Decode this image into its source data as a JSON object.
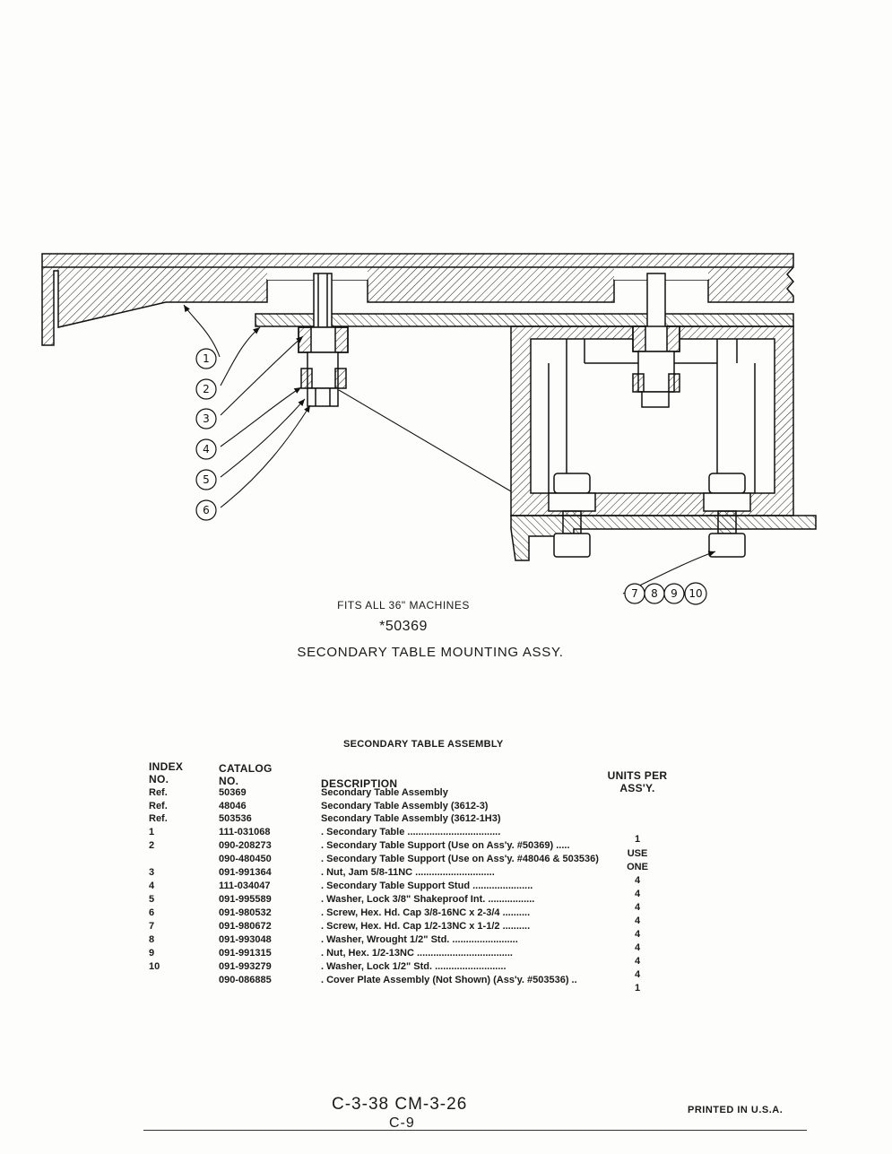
{
  "callouts": [
    "1",
    "2",
    "3",
    "4",
    "5",
    "6",
    "7",
    "8",
    "9",
    "10"
  ],
  "caption": {
    "fits": "FITS ALL 36\" MACHINES",
    "part_number": "*50369",
    "title": "SECONDARY TABLE MOUNTING ASSY."
  },
  "table": {
    "title": "SECONDARY TABLE ASSEMBLY",
    "headers": {
      "index": "INDEX\nNO.",
      "catalog": "CATALOG\nNO.",
      "description": "DESCRIPTION",
      "units": "UNITS PER\nASS'Y."
    },
    "rows": [
      {
        "index": "Ref.",
        "catalog": "50369",
        "description": "Secondary Table Assembly",
        "units": ""
      },
      {
        "index": "Ref.",
        "catalog": "48046",
        "description": "Secondary Table Assembly (3612-3)",
        "units": ""
      },
      {
        "index": "Ref.",
        "catalog": "503536",
        "description": "Secondary Table Assembly (3612-1H3)",
        "units": ""
      },
      {
        "index": "1",
        "catalog": "111-031068",
        "description": ". Secondary Table ..................................",
        "units": "1"
      },
      {
        "index": "2",
        "catalog": "090-208273",
        "description": ". Secondary Table Support (Use on Ass'y. #50369) .....",
        "units": "USE"
      },
      {
        "index": "",
        "catalog": "090-480450",
        "description": ". Secondary Table Support (Use on Ass'y. #48046 & 503536)",
        "units": "ONE"
      },
      {
        "index": "3",
        "catalog": "091-991364",
        "description": ". Nut, Jam 5/8-11NC .............................",
        "units": "4"
      },
      {
        "index": "4",
        "catalog": "111-034047",
        "description": ". Secondary Table Support Stud ......................",
        "units": "4"
      },
      {
        "index": "5",
        "catalog": "091-995589",
        "description": ". Washer, Lock 3/8\" Shakeproof Int. .................",
        "units": "4"
      },
      {
        "index": "6",
        "catalog": "091-980532",
        "description": ". Screw, Hex. Hd. Cap 3/8-16NC x 2-3/4 ..........",
        "units": "4"
      },
      {
        "index": "7",
        "catalog": "091-980672",
        "description": ". Screw, Hex. Hd. Cap 1/2-13NC x 1-1/2 ..........",
        "units": "4"
      },
      {
        "index": "8",
        "catalog": "091-993048",
        "description": ". Washer, Wrought 1/2\" Std. ........................",
        "units": "4"
      },
      {
        "index": "9",
        "catalog": "091-991315",
        "description": ". Nut, Hex. 1/2-13NC ...................................",
        "units": "4"
      },
      {
        "index": "10",
        "catalog": "091-993279",
        "description": ". Washer, Lock 1/2\" Std. ..........................",
        "units": "4"
      },
      {
        "index": "",
        "catalog": "090-086885",
        "description": ". Cover Plate Assembly (Not Shown) (Ass'y. #503536) ..",
        "units": "1"
      }
    ]
  },
  "footer": {
    "code": "C-3-38 CM-3-26",
    "page": "C-9",
    "printed": "PRINTED IN U.S.A."
  }
}
